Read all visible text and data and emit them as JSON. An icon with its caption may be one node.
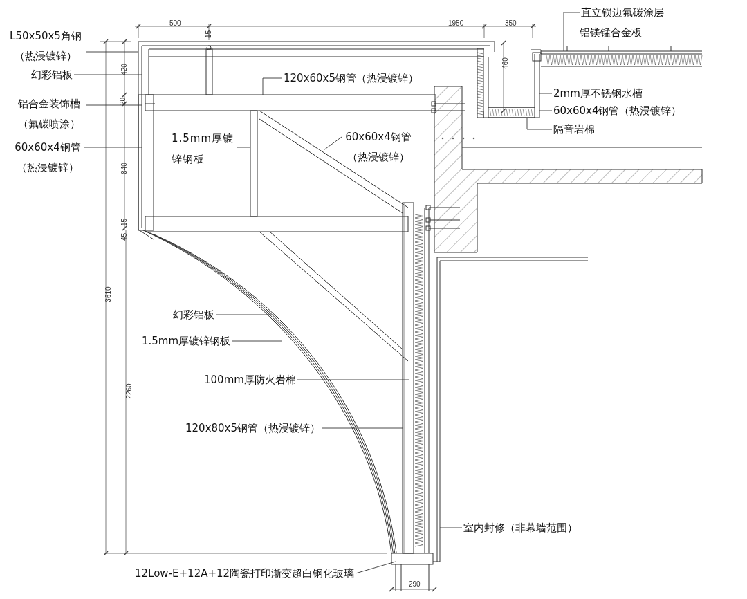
{
  "diagram": {
    "nodes": [
      {
        "text": [
          "L50x50x5角钢（热浸镀锌）"
        ]
      },
      {
        "text": [
          "幻彩铝板"
        ]
      },
      {
        "text": [
          "铝合金装饰槽（氟碳喷涂）"
        ]
      },
      {
        "text": [
          "60x60x4钢管（热浸镀锌）"
        ]
      },
      {
        "text": [
          "120x60x5钢管（热浸镀锌）"
        ]
      },
      {
        "text": [
          "1.5mm厚镀锌钢板"
        ]
      },
      {
        "text": [
          "60x60x4钢管（热浸镀锌）"
        ]
      },
      {
        "text": [
          "直立锁边氟碳涂层"
        ]
      },
      {
        "text": [
          "2mm厚不锈钢水槽"
        ]
      },
      {
        "text": [
          "60x60x4钢管（热浸镀锌）"
        ]
      },
      {
        "text": [
          "隔音岩棉"
        ]
      },
      {
        "text": [
          "幻彩铝板"
        ]
      },
      {
        "text": [
          "1.5mm厚镀锌钢板"
        ]
      },
      {
        "text": [
          "100mm厚防火岩棉"
        ]
      },
      {
        "text": [
          "120x80x5钢管（热浸镀锌）"
        ]
      },
      {
        "text": [
          "室内封修（非幕墙范围）"
        ]
      },
      {
        "text": [
          "12Low-E+12A+12陶瓷打印渐变超白钢化玻璃"
        ]
      }
    ],
    "edges": [
      {
        "from": 0,
        "to": null,
        "arrow": "none"
      },
      {
        "from": 1,
        "to": null,
        "arrow": "none"
      },
      {
        "from": 2,
        "to": null,
        "arrow": "none"
      },
      {
        "from": 3,
        "to": null,
        "arrow": "none"
      },
      {
        "from": 4,
        "to": null,
        "arrow": "none"
      },
      {
        "from": 5,
        "to": null,
        "arrow": "none"
      },
      {
        "from": 6,
        "to": null,
        "arrow": "none"
      },
      {
        "from": 7,
        "to": null,
        "arrow": "none"
      },
      {
        "from": 8,
        "to": null,
        "arrow": "none"
      },
      {
        "from": 9,
        "to": null,
        "arrow": "none"
      },
      {
        "from": 10,
        "to": null,
        "arrow": "none"
      },
      {
        "from": 11,
        "to": null,
        "arrow": "none"
      },
      {
        "from": 12,
        "to": null,
        "arrow": "none"
      },
      {
        "from": 13,
        "to": null,
        "arrow": "none"
      },
      {
        "from": 14,
        "to": null,
        "arrow": "none"
      },
      {
        "from": 15,
        "to": null,
        "arrow": "none"
      },
      {
        "from": 16,
        "to": null,
        "arrow": "none"
      }
    ],
    "labels": [
      "500",
      "1950",
      "350",
      "15",
      "铝镁锰合金板",
      "420",
      "460",
      "20",
      "840",
      "15",
      "45",
      "3610",
      "2260",
      "290"
    ]
  }
}
